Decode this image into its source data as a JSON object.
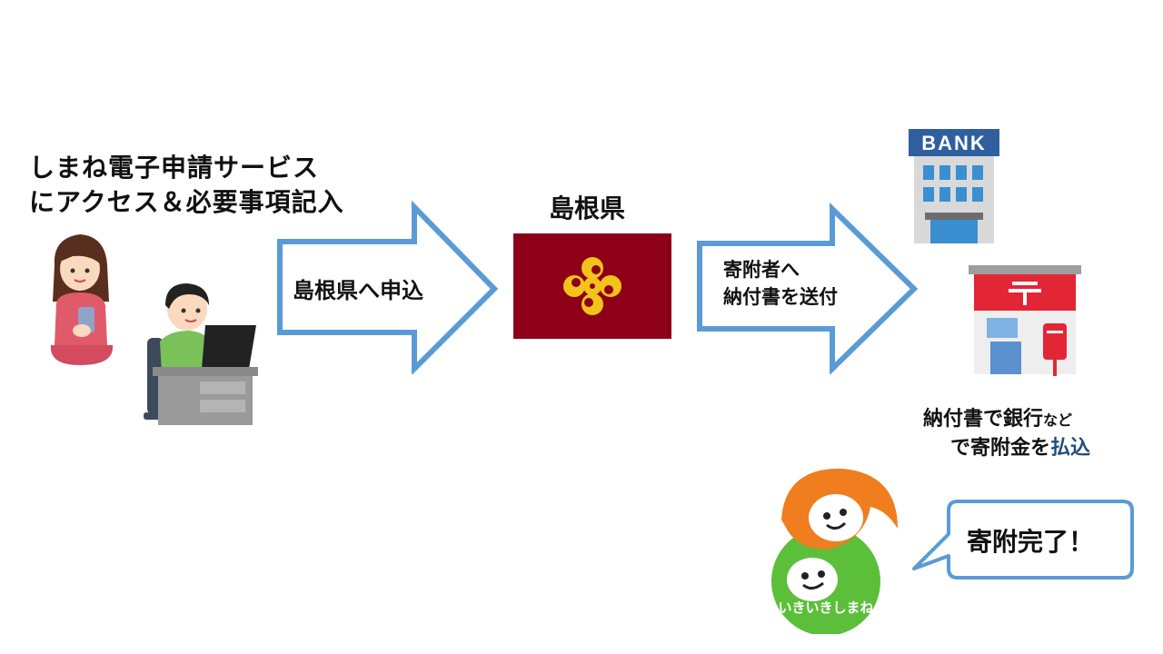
{
  "step1": {
    "line1": "しまね電子申請サービス",
    "line2": "にアクセス＆必要事項記入"
  },
  "arrow1": {
    "label": "島根県へ申込"
  },
  "prefecture": {
    "title": "島根県"
  },
  "arrow2": {
    "line1": "寄附者へ",
    "line2": "納付書を送付"
  },
  "bank": {
    "sign": "BANK"
  },
  "payment": {
    "line1_main": "納付書で銀行",
    "line1_small": "など",
    "line2_main": "で寄附金を",
    "line2_accent": "払込"
  },
  "mascot": {
    "text": "いきいきしまね"
  },
  "bubble": {
    "text": "寄附完了！"
  },
  "colors": {
    "arrow_stroke": "#5b9bd5",
    "flag": "#8e0018",
    "emblem": "#f2c31b",
    "accent_text": "#1f4e79",
    "mascot_orange": "#f07d1e",
    "mascot_green": "#5cbf3a"
  }
}
